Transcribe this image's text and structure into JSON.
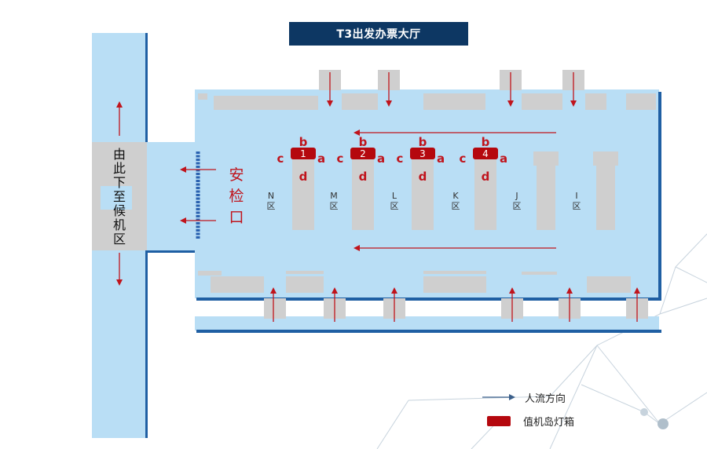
{
  "title": "T3出发办票大厅",
  "left_corridor_label": "由此下至候机区",
  "security_label": "安检口",
  "zones": [
    "N区",
    "M区",
    "L区",
    "K区",
    "J区",
    "I区"
  ],
  "counters": [
    {
      "number": "1",
      "a": "a",
      "b": "b",
      "c": "c",
      "d": "d"
    },
    {
      "number": "2",
      "a": "a",
      "b": "b",
      "c": "c",
      "d": "d"
    },
    {
      "number": "3",
      "a": "a",
      "b": "b",
      "c": "c",
      "d": "d"
    },
    {
      "number": "4",
      "a": "a",
      "b": "b",
      "c": "c",
      "d": "d"
    }
  ],
  "legend": {
    "flow_label": "人流方向",
    "lightbox_label": "值机岛灯箱"
  },
  "colors": {
    "floor": "#b9def5",
    "island": "#cfcfcf",
    "arrow": "#c0141c",
    "lightbox": "#b5080e",
    "title_bg": "#0d3763",
    "edge": "#1f5fa3"
  }
}
